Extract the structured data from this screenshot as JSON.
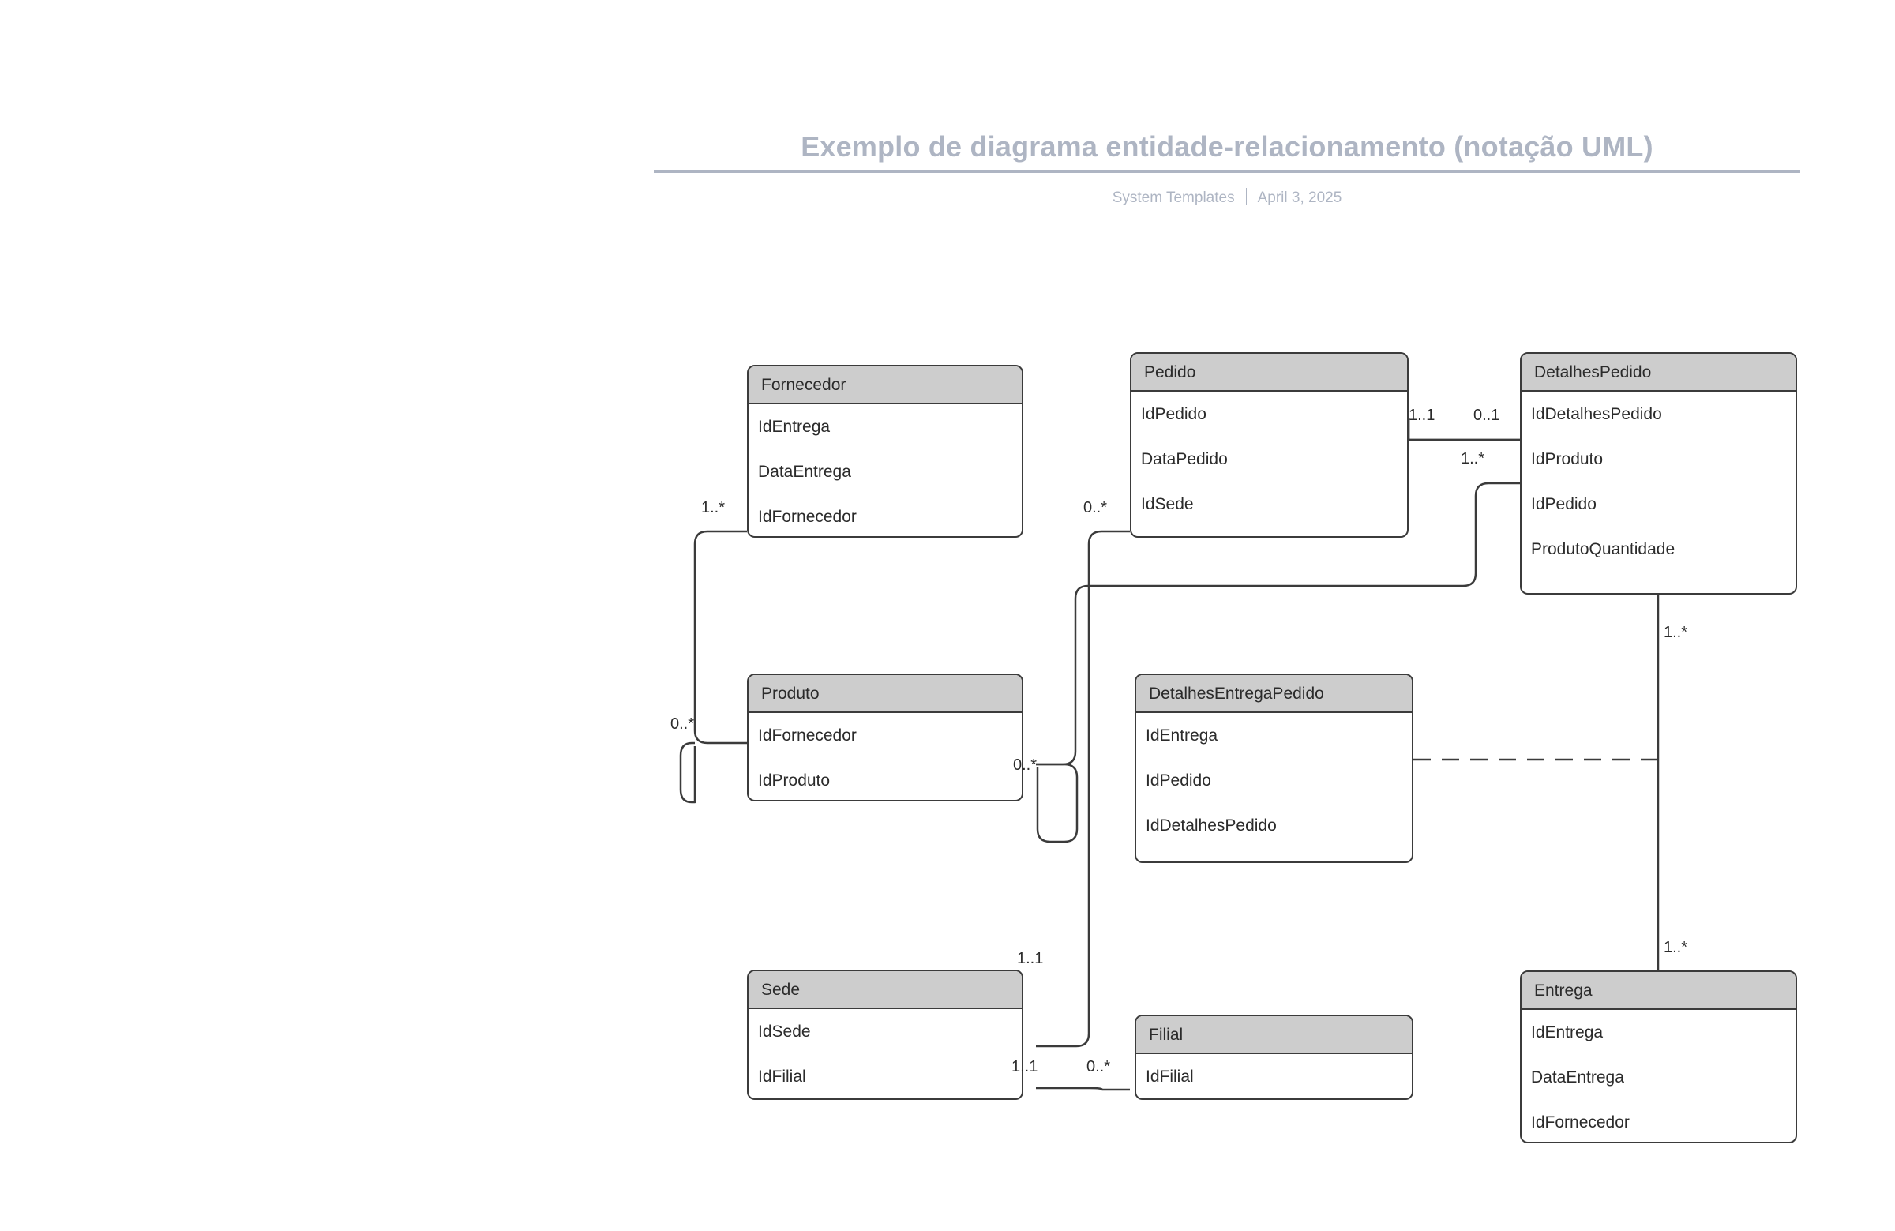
{
  "header": {
    "title": "Exemplo de diagrama entidade-relacionamento (notação UML)",
    "author": "System Templates",
    "date": "April 3, 2025"
  },
  "colors": {
    "header_text": "#aeb5c3",
    "entity_header_fill": "#cdcdcd",
    "entity_border": "#3b3b3b",
    "entity_body_fill": "#ffffff",
    "connector": "#3b3b3b",
    "background": "#ffffff"
  },
  "diagram": {
    "notation": "UML",
    "entities": [
      {
        "id": "fornecedor",
        "name": "Fornecedor",
        "attributes": [
          "IdEntrega",
          "DataEntrega",
          "IdFornecedor"
        ]
      },
      {
        "id": "pedido",
        "name": "Pedido",
        "attributes": [
          "IdPedido",
          "DataPedido",
          "IdSede"
        ]
      },
      {
        "id": "detalhespedido",
        "name": "DetalhesPedido",
        "attributes": [
          "IdDetalhesPedido",
          "IdProduto",
          "IdPedido",
          "ProdutoQuantidade"
        ]
      },
      {
        "id": "produto",
        "name": "Produto",
        "attributes": [
          "IdFornecedor",
          "IdProduto"
        ]
      },
      {
        "id": "detalhesentregapedido",
        "name": "DetalhesEntregaPedido",
        "attributes": [
          "IdEntrega",
          "IdPedido",
          "IdDetalhesPedido"
        ]
      },
      {
        "id": "sede",
        "name": "Sede",
        "attributes": [
          "IdSede",
          "IdFilial"
        ]
      },
      {
        "id": "filial",
        "name": "Filial",
        "attributes": [
          "IdFilial"
        ]
      },
      {
        "id": "entrega",
        "name": "Entrega",
        "attributes": [
          "IdEntrega",
          "DataEntrega",
          "IdFornecedor"
        ]
      }
    ],
    "multiplicities": [
      {
        "id": "m-fornecedor-idfornecedor",
        "label": "1..*",
        "near": "Fornecedor.IdFornecedor"
      },
      {
        "id": "m-produto-idfornecedor",
        "label": "0..*",
        "near": "Produto.IdFornecedor"
      },
      {
        "id": "m-pedido-idsede",
        "label": "0..*",
        "near": "Pedido.IdSede"
      },
      {
        "id": "m-pedido-right",
        "label": "1..1",
        "near": "Pedido right edge"
      },
      {
        "id": "m-detalhespedido-iddetalhespedido",
        "label": "0..1",
        "near": "DetalhesPedido.IdDetalhesPedido"
      },
      {
        "id": "m-detalhespedido-idproduto",
        "label": "1..*",
        "near": "DetalhesPedido.IdProduto"
      },
      {
        "id": "m-produto-right",
        "label": "0..*",
        "near": "Produto right edge"
      },
      {
        "id": "m-detalhespedido-bottom",
        "label": "1..*",
        "near": "DetalhesPedido bottom"
      },
      {
        "id": "m-entrega-top",
        "label": "1..*",
        "near": "Entrega top"
      },
      {
        "id": "m-sede-idsede",
        "label": "1..1",
        "near": "Sede.IdSede"
      },
      {
        "id": "m-sede-idfilial",
        "label": "1..1",
        "near": "Sede.IdFilial"
      },
      {
        "id": "m-filial-idfilial",
        "label": "0..*",
        "near": "Filial.IdFilial"
      }
    ],
    "relationships": [
      {
        "from": "Fornecedor.IdFornecedor",
        "to": "Produto.IdFornecedor",
        "from_mult": "1..*",
        "to_mult": "0..*",
        "style": "solid"
      },
      {
        "from": "Pedido",
        "to": "DetalhesPedido.IdDetalhesPedido",
        "from_mult": "1..1",
        "to_mult": "0..1",
        "style": "solid"
      },
      {
        "from": "DetalhesPedido.IdProduto",
        "to": "Produto",
        "from_mult": "1..*",
        "to_mult": "0..*",
        "style": "solid"
      },
      {
        "from": "Pedido.IdSede",
        "to": "Sede.IdSede",
        "from_mult": "0..*",
        "to_mult": "1..1",
        "style": "solid"
      },
      {
        "from": "Sede.IdFilial",
        "to": "Filial.IdFilial",
        "from_mult": "1..1",
        "to_mult": "0..*",
        "style": "solid"
      },
      {
        "from": "DetalhesPedido",
        "to": "Entrega",
        "from_mult": "1..*",
        "to_mult": "1..*",
        "style": "solid"
      },
      {
        "from": "DetalhesEntregaPedido",
        "to": "DetalhesPedido-Entrega association",
        "from_mult": "",
        "to_mult": "",
        "style": "dashed"
      }
    ]
  }
}
